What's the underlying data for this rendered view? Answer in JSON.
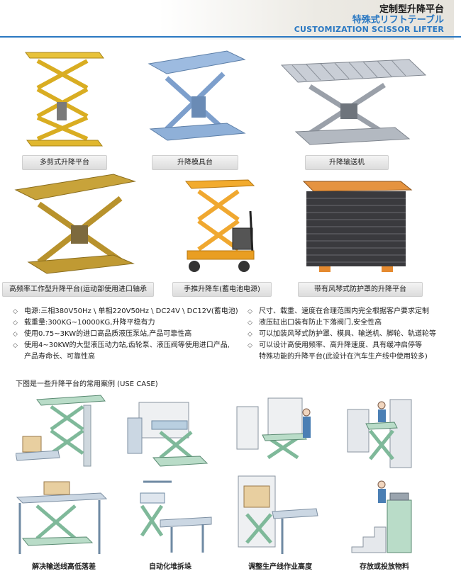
{
  "header": {
    "title_cn": "定制型升降平台",
    "title_jp": "特殊式リフトテーブル",
    "title_en": "CUSTOMIZATION SCISSOR LIFTER"
  },
  "products": [
    {
      "label": "多剪式升降平台"
    },
    {
      "label": "升降模具台"
    },
    {
      "label": "升降输送机"
    },
    {
      "label": "高频率工作型升降平台(运动部使用进口轴承"
    },
    {
      "label": "手推升降车(蓄电池电源)"
    },
    {
      "label": "带有风琴式防护罩的升降平台"
    }
  ],
  "bullets_left": [
    {
      "text": "电源:三相380V50Hz \\ 单相220V50Hz \\ DC24V \\ DC12V(蓄电池)"
    },
    {
      "text": "载重量:300KG~10000KG,升降平稳有力"
    },
    {
      "text": "使用0.75~3KW的进口高品质液压泵站,产品可靠性高"
    },
    {
      "text": "使用4~30KW的大型液压动力站,齿轮泵、液压阀等使用进口产品,",
      "cont": "产品寿命长、可靠性高"
    }
  ],
  "bullets_right": [
    {
      "text": "尺寸、载重、速度在合理范围内完全根据客户要求定制"
    },
    {
      "text": "液压缸出口装有防止下落阀门,安全性高"
    },
    {
      "text": "可以加装风琴式防护罩、模具、输送机、脚轮、轨道轮等"
    },
    {
      "text": "可以设计高使用频率、高升降速度、具有缓冲启停等",
      "cont": "特殊功能的升降平台(此设计在汽车生产线中使用较多)"
    }
  ],
  "usecase": {
    "title": "下图是一些升降平台的常用案例 (USE CASE)",
    "captions": [
      "解决输送线高低落差",
      "自动化堆拆垛",
      "调整生产线作业高度",
      "存放或投放物料"
    ]
  },
  "colors": {
    "accent_blue": "#2a78c2",
    "yellow": "#e8c23a",
    "light_blue": "#8fb0d8",
    "grey": "#a7adb5",
    "orange": "#f0a830",
    "mint": "#b9dcc8"
  }
}
